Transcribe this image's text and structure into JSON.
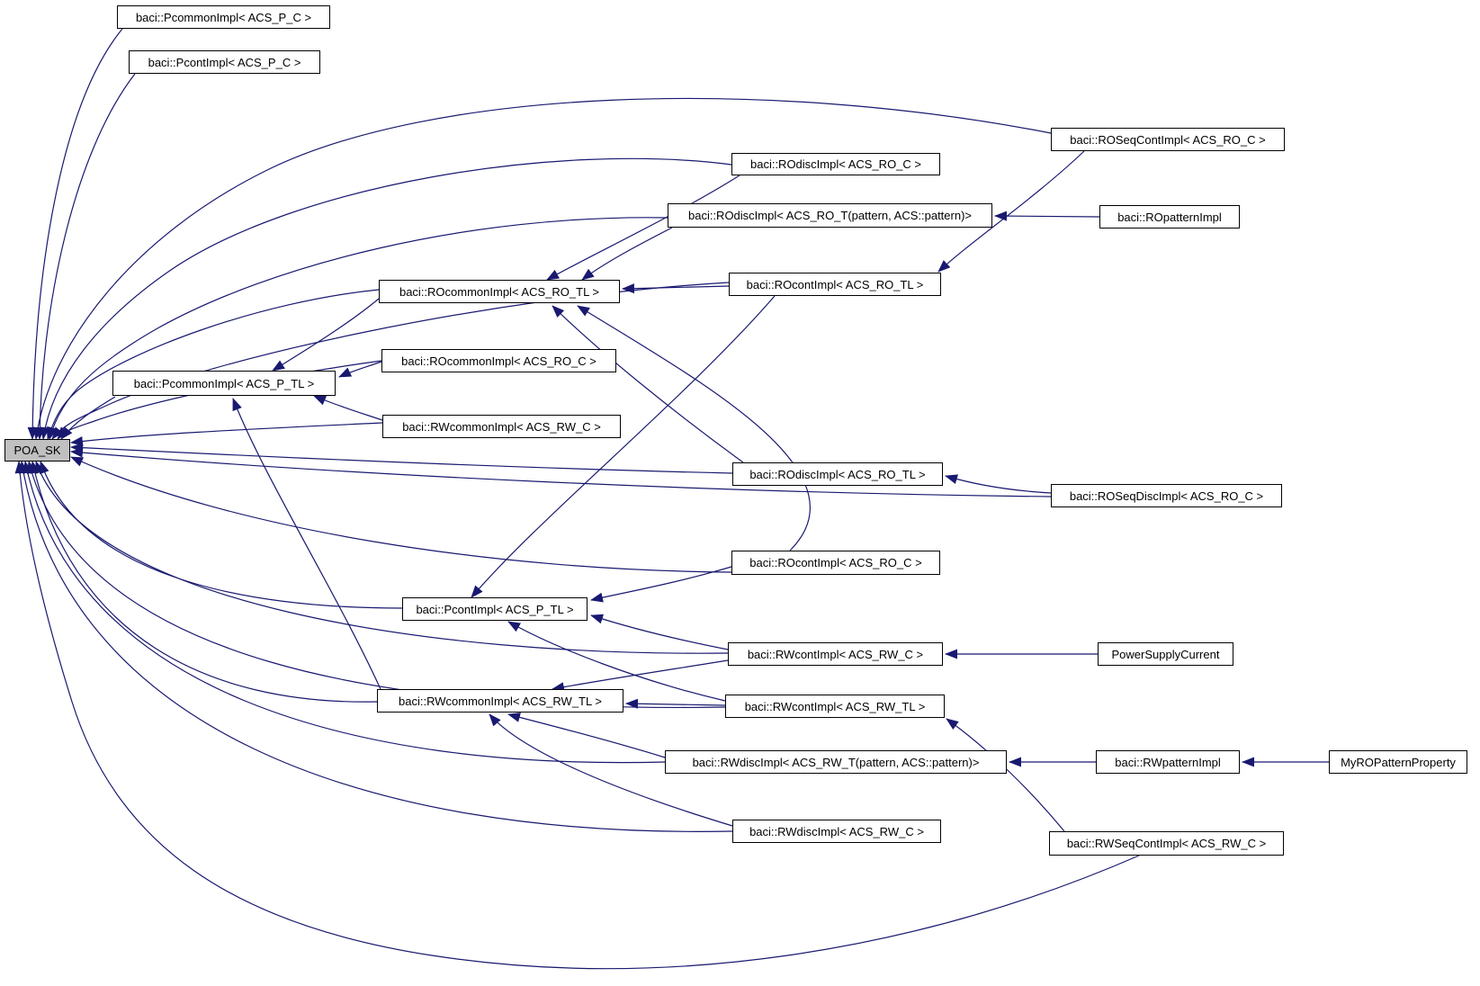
{
  "diagram": {
    "type": "class-inheritance-graph",
    "background_color": "#ffffff",
    "edge_color": "#191970",
    "box_border_color": "#000000",
    "box_fill_color": "#ffffff",
    "highlight_fill_color": "#c0c0c0",
    "highlighted_node": "poa_sk",
    "arrow_direction": "derived class points to its base class"
  },
  "nodes": {
    "pcommon_pc": {
      "label": "baci::PcommonImpl< ACS_P_C >"
    },
    "pcont_pc": {
      "label": "baci::PcontImpl< ACS_P_C >"
    },
    "rodisc_roc": {
      "label": "baci::ROdiscImpl< ACS_RO_C >"
    },
    "rodisc_pattern": {
      "label": "baci::ROdiscImpl< ACS_RO_T(pattern, ACS::pattern)>"
    },
    "roseqcont": {
      "label": "baci::ROSeqContImpl< ACS_RO_C >"
    },
    "ropattern": {
      "label": "baci::ROpatternImpl"
    },
    "rocommon_rotl": {
      "label": "baci::ROcommonImpl< ACS_RO_TL >"
    },
    "rocont_rotl": {
      "label": "baci::ROcontImpl< ACS_RO_TL >"
    },
    "rocommon_roc": {
      "label": "baci::ROcommonImpl< ACS_RO_C >"
    },
    "pcommon_ptl": {
      "label": "baci::PcommonImpl< ACS_P_TL >"
    },
    "rwcommon_rwc": {
      "label": "baci::RWcommonImpl< ACS_RW_C >"
    },
    "poa_sk": {
      "label": "POA_SK"
    },
    "rodisc_rotl": {
      "label": "baci::ROdiscImpl< ACS_RO_TL >"
    },
    "roseqdisc": {
      "label": "baci::ROSeqDiscImpl< ACS_RO_C >"
    },
    "rocont_roc": {
      "label": "baci::ROcontImpl< ACS_RO_C >"
    },
    "pcont_ptl": {
      "label": "baci::PcontImpl< ACS_P_TL >"
    },
    "rwcont_rwc": {
      "label": "baci::RWcontImpl< ACS_RW_C >"
    },
    "powersupply": {
      "label": "PowerSupplyCurrent"
    },
    "rwcommon_rwtl": {
      "label": "baci::RWcommonImpl< ACS_RW_TL >"
    },
    "rwcont_rwtl": {
      "label": "baci::RWcontImpl< ACS_RW_TL >"
    },
    "rwdisc_pattern": {
      "label": "baci::RWdiscImpl< ACS_RW_T(pattern, ACS::pattern)>"
    },
    "rwpattern": {
      "label": "baci::RWpatternImpl"
    },
    "myropattern": {
      "label": "MyROPatternProperty"
    },
    "rwdisc_rwc": {
      "label": "baci::RWdiscImpl< ACS_RW_C >"
    },
    "rwseqcont": {
      "label": "baci::RWSeqContImpl< ACS_RW_C >"
    }
  },
  "edges": [
    {
      "from": "pcommon_pc",
      "to": "poa_sk"
    },
    {
      "from": "pcont_pc",
      "to": "poa_sk"
    },
    {
      "from": "roseqcont",
      "to": "poa_sk"
    },
    {
      "from": "rodisc_roc",
      "to": "poa_sk"
    },
    {
      "from": "rodisc_pattern",
      "to": "poa_sk"
    },
    {
      "from": "rocommon_rotl",
      "to": "poa_sk"
    },
    {
      "from": "rocommon_roc",
      "to": "poa_sk"
    },
    {
      "from": "pcommon_ptl",
      "to": "poa_sk"
    },
    {
      "from": "rwcommon_rwc",
      "to": "poa_sk"
    },
    {
      "from": "rocont_rotl",
      "to": "poa_sk"
    },
    {
      "from": "rodisc_rotl",
      "to": "poa_sk"
    },
    {
      "from": "roseqdisc",
      "to": "poa_sk"
    },
    {
      "from": "rocont_roc",
      "to": "poa_sk"
    },
    {
      "from": "pcont_ptl",
      "to": "poa_sk"
    },
    {
      "from": "rwcont_rwc",
      "to": "poa_sk"
    },
    {
      "from": "rwcommon_rwtl",
      "to": "poa_sk"
    },
    {
      "from": "rwcont_rwtl",
      "to": "poa_sk"
    },
    {
      "from": "rwdisc_pattern",
      "to": "poa_sk"
    },
    {
      "from": "rwdisc_rwc",
      "to": "poa_sk"
    },
    {
      "from": "rwseqcont",
      "to": "poa_sk"
    },
    {
      "from": "rodisc_roc",
      "to": "rocommon_rotl"
    },
    {
      "from": "rodisc_pattern",
      "to": "rocommon_rotl"
    },
    {
      "from": "rocont_rotl",
      "to": "rocommon_rotl"
    },
    {
      "from": "rodisc_rotl",
      "to": "rocommon_rotl"
    },
    {
      "from": "rocont_roc",
      "to": "rocommon_rotl"
    },
    {
      "from": "rocommon_rotl",
      "to": "pcommon_ptl"
    },
    {
      "from": "rocommon_roc",
      "to": "pcommon_ptl"
    },
    {
      "from": "rwcommon_rwc",
      "to": "pcommon_ptl"
    },
    {
      "from": "rwcommon_rwtl",
      "to": "pcommon_ptl"
    },
    {
      "from": "rocont_rotl",
      "to": "pcont_ptl"
    },
    {
      "from": "rocont_roc",
      "to": "pcont_ptl"
    },
    {
      "from": "rwcont_rwc",
      "to": "pcont_ptl"
    },
    {
      "from": "rwcont_rwtl",
      "to": "pcont_ptl"
    },
    {
      "from": "rwcont_rwc",
      "to": "rwcommon_rwtl"
    },
    {
      "from": "rwcont_rwtl",
      "to": "rwcommon_rwtl"
    },
    {
      "from": "rwdisc_pattern",
      "to": "rwcommon_rwtl"
    },
    {
      "from": "rwdisc_rwc",
      "to": "rwcommon_rwtl"
    },
    {
      "from": "roseqcont",
      "to": "rocont_rotl"
    },
    {
      "from": "roseqdisc",
      "to": "rodisc_rotl"
    },
    {
      "from": "rwseqcont",
      "to": "rwcont_rwtl"
    },
    {
      "from": "ropattern",
      "to": "rodisc_pattern"
    },
    {
      "from": "rwpattern",
      "to": "rwdisc_pattern"
    },
    {
      "from": "myropattern",
      "to": "rwpattern"
    },
    {
      "from": "powersupply",
      "to": "rwcont_rwc"
    }
  ]
}
